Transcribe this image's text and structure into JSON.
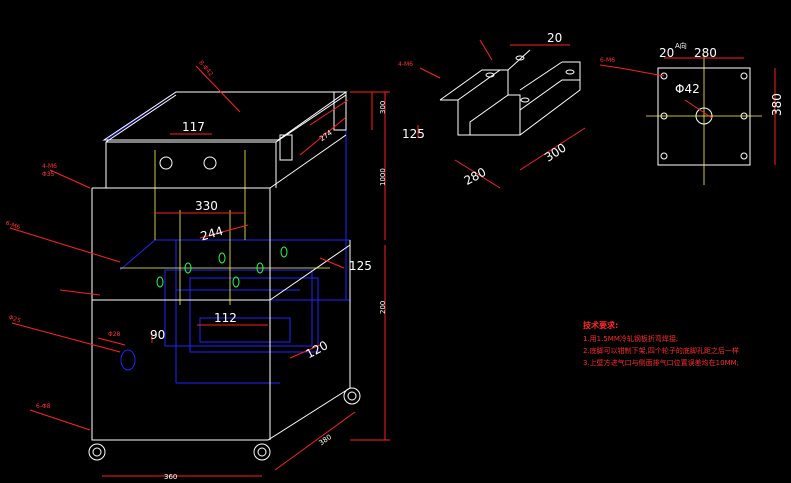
{
  "front_view": {
    "dim_117": "117",
    "dim_330": "330",
    "dim_244": "244",
    "dim_125": "125",
    "dim_112": "112",
    "dim_90": "90",
    "dim_120": "120",
    "dim_360": "360",
    "dim_380": "380",
    "dim_200": "200",
    "dim_1000": "1000",
    "dim_274": "274",
    "dim_300_side": "300",
    "label_4m6": "4-M6",
    "label_6m6": "6-M6",
    "label_6phi8": "6-Φ8",
    "label_phi25": "Φ25",
    "label_phi28": "Φ28",
    "label_phi35": "Φ35",
    "label_8phi42": "8-Φ42"
  },
  "bracket_view": {
    "label_4m6": "4-M6",
    "dim_20": "20",
    "dim_125": "125",
    "dim_280": "280",
    "dim_300": "300"
  },
  "plate_view": {
    "view_label": "A向",
    "label_6m6": "6-M6",
    "dim_20": "20",
    "dim_280": "280",
    "dim_phi42": "Φ42",
    "dim_380": "380"
  },
  "tech_notes": {
    "title": "技术要求:",
    "line1": "1.用1.5MM冷轧钢板折弯焊接;",
    "line2": "2.底脚可以钳制下架,四个轮子的底脚孔距之后一样",
    "line3": "3.上壁方进气口与侧面排气口位置误差均在10MM;"
  }
}
